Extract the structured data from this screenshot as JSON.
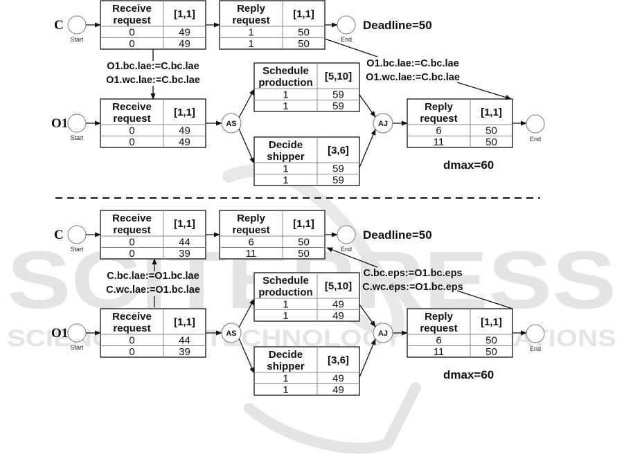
{
  "watermark": {
    "line1": "SCITEPRESS",
    "line2": "SCIENCE AND TECHNOLOGY PUBLICATIONS",
    "color": "#e4e4e4"
  },
  "colors": {
    "stroke": "#111111",
    "row_divider": "#888888",
    "circle": "#777777"
  },
  "labels": {
    "start": "Start",
    "end": "End",
    "and_split": "AS",
    "and_join": "AJ"
  },
  "panels": [
    {
      "name": "before",
      "processes": [
        {
          "id": "C",
          "label": "C",
          "annotation": "Deadline=50",
          "activities": [
            {
              "title_line1": "Receive",
              "title_line2": "request",
              "duration": "[1,1]",
              "rows": [
                [
                  "0",
                  "49"
                ],
                [
                  "0",
                  "49"
                ]
              ]
            },
            {
              "title_line1": "Reply",
              "title_line2": "request",
              "duration": "[1,1]",
              "rows": [
                [
                  "1",
                  "50"
                ],
                [
                  "1",
                  "50"
                ]
              ]
            }
          ]
        },
        {
          "id": "O1",
          "label": "O1",
          "annotation": "dmax=60",
          "activities": [
            {
              "title_line1": "Receive",
              "title_line2": "request",
              "duration": "[1,1]",
              "rows": [
                [
                  "0",
                  "49"
                ],
                [
                  "0",
                  "49"
                ]
              ]
            },
            {
              "title_line1": "Schedule",
              "title_line2": "production",
              "duration": "[5,10]",
              "rows": [
                [
                  "1",
                  "59"
                ],
                [
                  "1",
                  "59"
                ]
              ]
            },
            {
              "title_line1": "Decide",
              "title_line2": "shipper",
              "duration": "[3,6]",
              "rows": [
                [
                  "1",
                  "59"
                ],
                [
                  "1",
                  "59"
                ]
              ]
            },
            {
              "title_line1": "Reply",
              "title_line2": "request",
              "duration": "[1,1]",
              "rows": [
                [
                  "6",
                  "50"
                ],
                [
                  "11",
                  "50"
                ]
              ]
            }
          ]
        }
      ],
      "messages": [
        {
          "line1": "O1.bc.lae:=C.bc.lae",
          "line2": "O1.wc.lae:=C.bc.lae"
        },
        {
          "line1": "O1.bc.lae:=C.bc.lae",
          "line2": "O1.wc.lae:=C.bc.lae"
        }
      ]
    },
    {
      "name": "after",
      "processes": [
        {
          "id": "C",
          "label": "C",
          "annotation": "Deadline=50",
          "activities": [
            {
              "title_line1": "Receive",
              "title_line2": "request",
              "duration": "[1,1]",
              "rows": [
                [
                  "0",
                  "44"
                ],
                [
                  "0",
                  "39"
                ]
              ]
            },
            {
              "title_line1": "Reply",
              "title_line2": "request",
              "duration": "[1,1]",
              "rows": [
                [
                  "6",
                  "50"
                ],
                [
                  "11",
                  "50"
                ]
              ]
            }
          ]
        },
        {
          "id": "O1",
          "label": "O1",
          "annotation": "dmax=60",
          "activities": [
            {
              "title_line1": "Receive",
              "title_line2": "request",
              "duration": "[1,1]",
              "rows": [
                [
                  "0",
                  "44"
                ],
                [
                  "0",
                  "39"
                ]
              ]
            },
            {
              "title_line1": "Schedule",
              "title_line2": "production",
              "duration": "[5,10]",
              "rows": [
                [
                  "1",
                  "49"
                ],
                [
                  "1",
                  "49"
                ]
              ]
            },
            {
              "title_line1": "Decide",
              "title_line2": "shipper",
              "duration": "[3,6]",
              "rows": [
                [
                  "1",
                  "49"
                ],
                [
                  "1",
                  "49"
                ]
              ]
            },
            {
              "title_line1": "Reply",
              "title_line2": "request",
              "duration": "[1,1]",
              "rows": [
                [
                  "6",
                  "50"
                ],
                [
                  "11",
                  "50"
                ]
              ]
            }
          ]
        }
      ],
      "messages": [
        {
          "line1": "C.bc.lae:=O1.bc.lae",
          "line2": "C.wc.lae:=O1.bc.lae"
        },
        {
          "line1": "C.bc.eps:=O1.bc.eps",
          "line2": "C.wc.eps:=O1.bc.eps"
        }
      ]
    }
  ]
}
